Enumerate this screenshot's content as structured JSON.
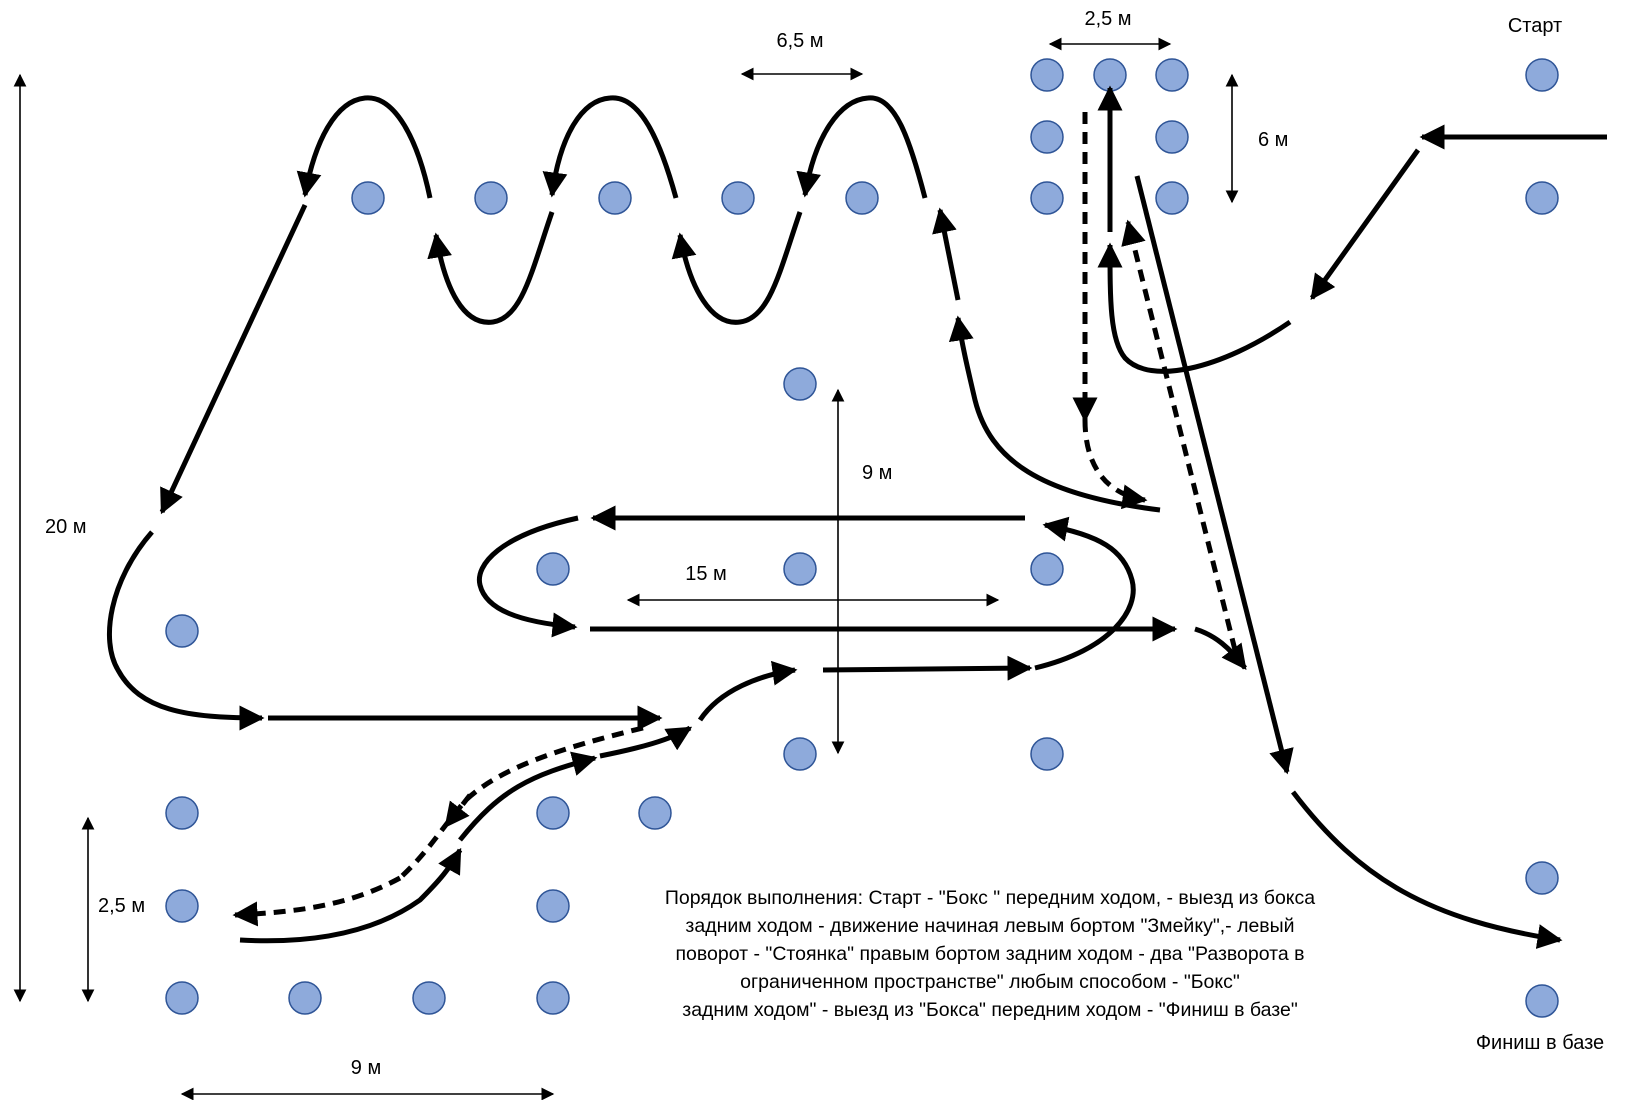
{
  "labels": {
    "start": "Старт",
    "finish": "Финиш в базе",
    "dim_2_5_top": "2,5 м",
    "dim_6_5": "6,5 м",
    "dim_6": "6 м",
    "dim_20": "20 м",
    "dim_9_vertical": "9 м",
    "dim_15": "15 м",
    "dim_2_5_left": "2,5 м",
    "dim_9_bottom": "9 м"
  },
  "instructions": [
    "Порядок выполнения: Старт - \"Бокс \" передним ходом, - выезд из бокса",
    "задним ходом - движение начиная левым бортом \"Змейку\",- левый",
    "поворот  - \"Стоянка\" правым бортом задним ходом - два \"Разворота в",
    "ограниченном пространстве\" любым способом - \"Бокс\"",
    "задним ходом\" - выезд из \"Бокса\" передним ходом - \"Финиш в базе\""
  ],
  "colors": {
    "cone_fill": "#8eaadb",
    "cone_stroke": "#2f5597",
    "line": "#000000"
  }
}
